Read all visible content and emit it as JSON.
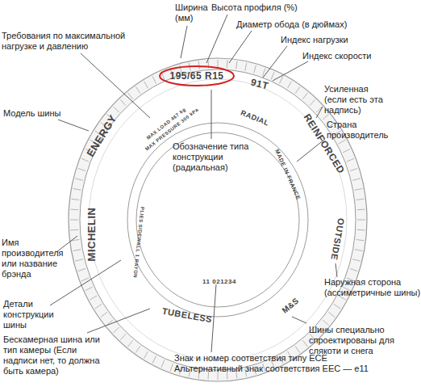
{
  "diagram": {
    "nodes": [
      {
        "text": [
          "195/65 R15"
        ]
      }
    ],
    "labels": [
      "Ширина (мм)",
      "Высота профиля (%)",
      "Диаметр обода (в дюймах)",
      "Индекс нагрузки",
      "Индекс скорости",
      "Требования по максимальной нагрузке и давлению",
      "Модель шины",
      "Усиленная (если есть эта надпись)",
      "Страна производитель",
      "Обозначение типа конструкции (радиальная)",
      "Имя производителя или название брэнда",
      "Наружная сторона (ассиметричные шины)",
      "Детали конструкции шины",
      "Шины специально спроектированы для слякоти и снега",
      "Бескамерная шина или тип камеры (Если надписи нет, то должна быть камера)",
      "Знак и номер соответствия типу ECE Альтернативный знак соответствия EEC — e11",
      "91T",
      "RADIAL",
      "REINFORCED",
      "MADE IN FRANCE",
      "MAX LOAD 467 kg",
      "MAX PRESSURE 300 kPa",
      "ENERGY",
      "MICHELIN",
      "PLIES SIDEWALL 1 RAYON",
      "11 021234",
      "OUTSIDE",
      "M&S",
      "TUBELESS"
    ]
  }
}
